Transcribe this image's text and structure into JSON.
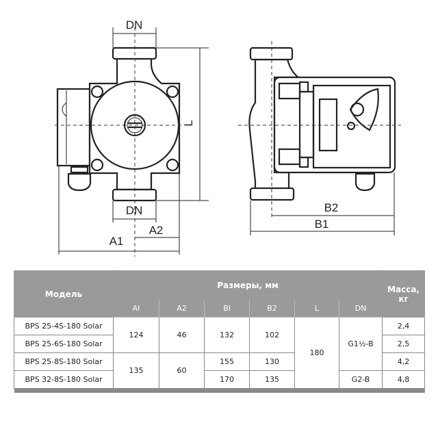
{
  "drawing": {
    "front_view": {
      "dn_top": "DN",
      "dn_bottom": "DN",
      "l": "L",
      "a1": "A1",
      "a2": "A2"
    },
    "side_view": {
      "b1": "B1",
      "b2": "B2"
    }
  },
  "table": {
    "header": {
      "model": "Модель",
      "dimensions": "Размеры, мм",
      "mass": "Масса, кг"
    },
    "columns": [
      "AI",
      "A2",
      "BI",
      "B2",
      "L",
      "DN"
    ],
    "rows": [
      {
        "model": "BPS 25-4S-180 Solar",
        "mass": "2,4"
      },
      {
        "model": "BPS 25-6S-180 Solar",
        "mass": "2,5"
      },
      {
        "model": "BPS 25-8S-180 Solar",
        "mass": "4,2"
      },
      {
        "model": "BPS 32-8S-180 Solar",
        "mass": "4,8"
      }
    ],
    "groups": {
      "a1_small": "124",
      "a2_small": "46",
      "b1_small": "132",
      "b2_small": "102",
      "a1_large": "135",
      "a2_large": "60",
      "b1_row3": "155",
      "b2_row3": "130",
      "b1_row4": "170",
      "b2_row4": "135",
      "l": "180",
      "dn_small": "G1½-B",
      "dn_large": "G2-B"
    }
  }
}
